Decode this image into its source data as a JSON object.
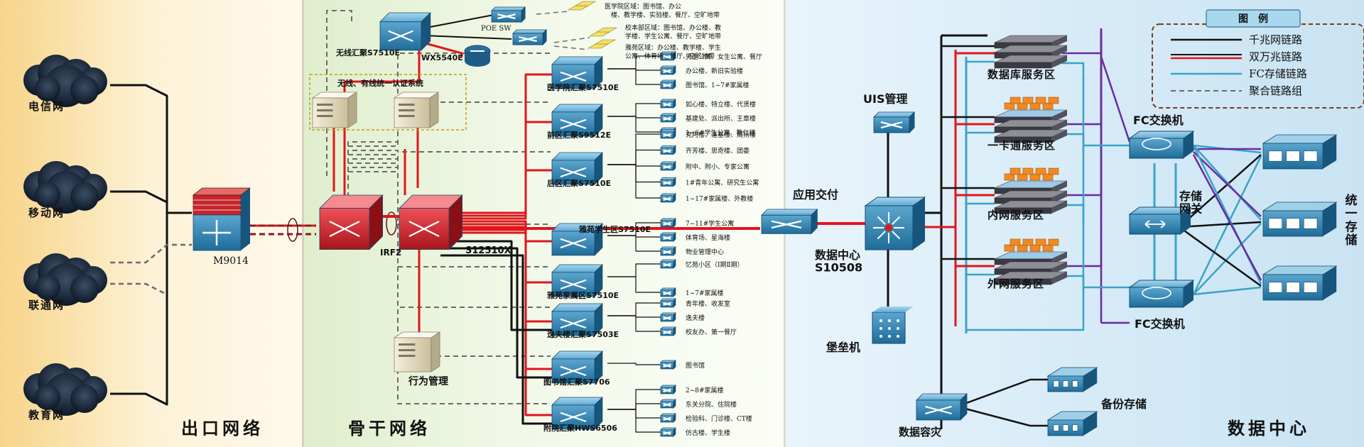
{
  "colors": {
    "gigabit": "#111111",
    "dual10g": "#e0161b",
    "fc": "#3aa3c7",
    "agg": "#6b6b6b",
    "purple": "#6a2aa0"
  },
  "panels": {
    "exit": "出口网络",
    "backbone": "骨干网络",
    "datacenter": "数据中心"
  },
  "isps": [
    "电信网",
    "移动网",
    "联通网",
    "教育网"
  ],
  "exit_router": "M9014",
  "backbone": {
    "core": "S12510X",
    "irf": "IRF2",
    "wireless_agg": "无线汇聚S7510E",
    "wx": "WX5540E",
    "poe": "POE SW",
    "auth_box": "无线、有线统一认证系统",
    "behavior": "行为管理",
    "wireless_zones": [
      "医学院区域：图书馆、办公楼、教学楼、实验楼、餐厅、空旷地带",
      "校本部区域：图书馆、办公楼、教学楼、学生公寓、餐厅、空旷地带",
      "雅苑区域：办公楼、教学楼、学生公寓、体育场、餐厅、空旷地带"
    ],
    "agg_groups": [
      {
        "name": "医学院汇聚S7510E",
        "items": [
          "男生公寓、女生公寓、餐厅",
          "办公楼、新旧实验楼",
          "图书馆、1~7#家属楼"
        ]
      },
      {
        "name": "前区汇聚S9512E",
        "items": [
          "如心楼、特立楼、代贤楼",
          "基建处、派出所、王章楼",
          "1~6#学生公寓、教仁楼"
        ]
      },
      {
        "name": "后区汇聚S7510E",
        "items": [
          "克阿楼、逢基楼、周扬楼",
          "齐芳楼、思奇楼、团委",
          "附中、附小、专家公寓",
          "1#青年公寓、研究生公寓",
          "1~17#家属楼、外教楼"
        ]
      },
      {
        "name": "雅苑学生区S7510E",
        "items": [
          "7~11#学生公寓",
          "体育场、星海楼",
          "物业管理中心"
        ]
      },
      {
        "name": "雅苑家属区S7510E",
        "items": [
          "忆苑小区（Ⅰ期Ⅱ期）",
          "1~7#家属楼"
        ]
      },
      {
        "name": "逸夫楼汇聚S7503E",
        "items": [
          "青年楼、收发室",
          "逸夫楼",
          "校友办、第一餐厅"
        ]
      },
      {
        "name": "图书馆汇聚S7706",
        "items": [
          "图书馆"
        ]
      },
      {
        "name": "附院汇聚HWS6506",
        "items": [
          "2~8#家属楼",
          "东关分院、住院楼",
          "检验科、门诊楼、CT楼",
          "仿古楼、学生楼"
        ]
      }
    ]
  },
  "datacenter": {
    "adc": "应用交付",
    "core": "数据中心\nS10508",
    "uis": "UIS管理",
    "bastion": "堡垒机",
    "dr": "数据容灾",
    "backup": "备份存储",
    "zones": [
      "数据库服务区",
      "一卡通服务区",
      "内网服务区",
      "外网服务区"
    ],
    "fc_top": "FC交换机",
    "fc_bottom": "FC交换机",
    "gateway": "存储\n网关",
    "storage": "统\n一\n存\n储"
  },
  "legend": {
    "title": "图　例",
    "items": [
      {
        "label": "千兆网链路",
        "kind": "gigabit"
      },
      {
        "label": "双万兆链路",
        "kind": "dual10g"
      },
      {
        "label": "FC存储链路",
        "kind": "fc"
      },
      {
        "label": "聚合链路组",
        "kind": "agg"
      }
    ]
  }
}
